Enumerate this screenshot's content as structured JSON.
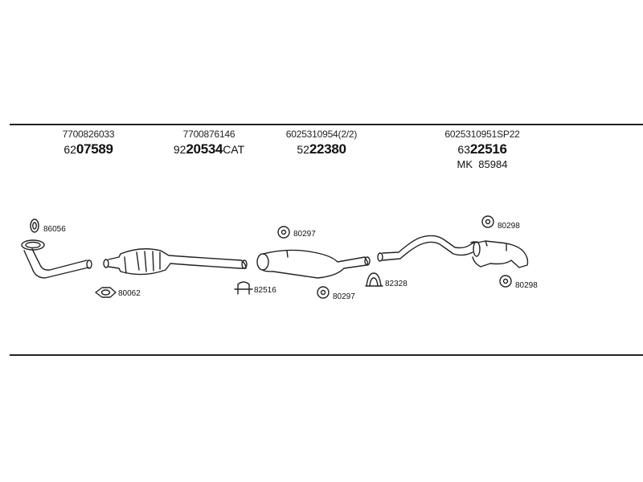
{
  "parts": [
    {
      "oem": "7700826033",
      "prefix": "62",
      "main": "07589",
      "suffix": ""
    },
    {
      "oem": "7700876146",
      "prefix": "92",
      "main": "20534",
      "suffix": "CAT"
    },
    {
      "oem": "6025310954(2/2)",
      "prefix": "52",
      "main": "22380",
      "suffix": ""
    },
    {
      "oem": "6025310951SP22",
      "prefix": "63",
      "main": "22516",
      "suffix": "",
      "mk_label": "MK",
      "mk_number": "85984"
    }
  ],
  "callouts": {
    "c86056": "86056",
    "c80062": "80062",
    "c82516": "82516",
    "c80297a": "80297",
    "c80297b": "80297",
    "c82328": "82328",
    "c80298a": "80298",
    "c80298b": "80298"
  }
}
